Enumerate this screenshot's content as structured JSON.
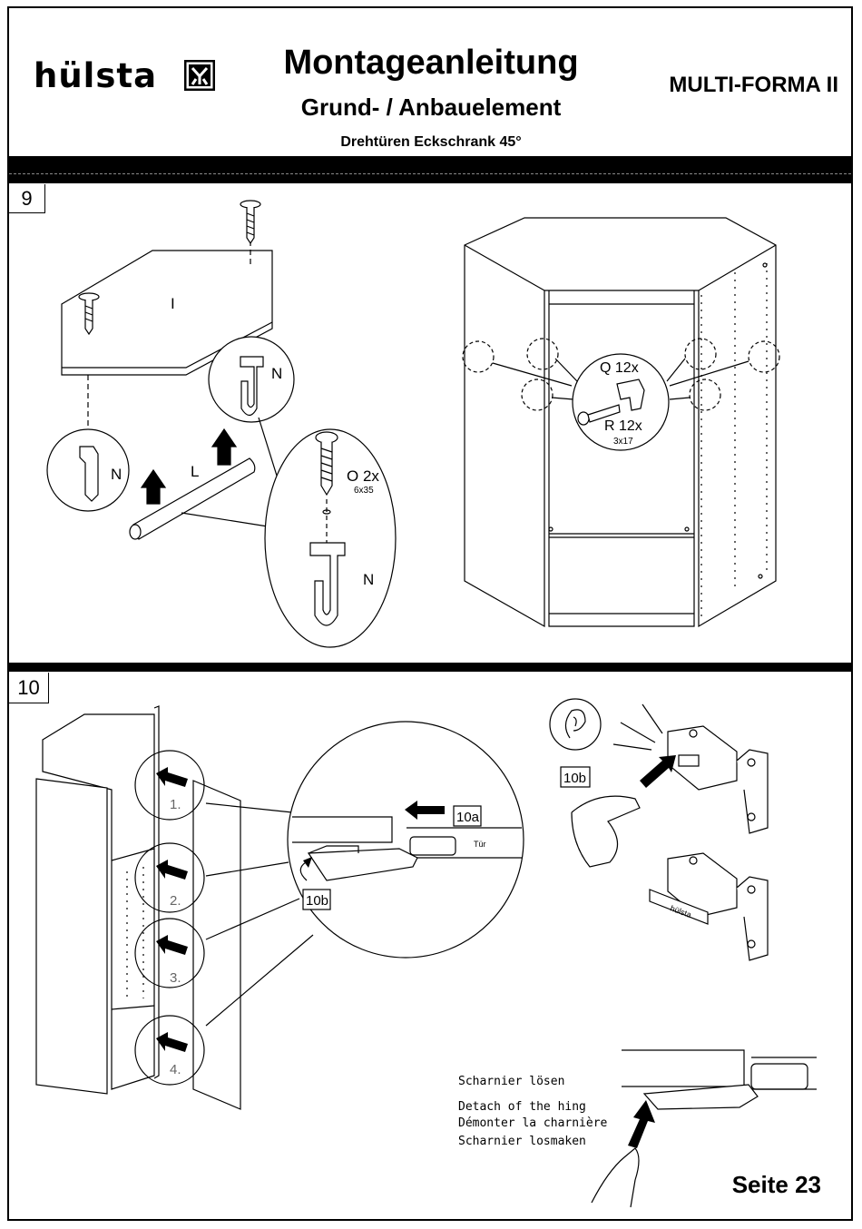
{
  "brand": {
    "name": "hülsta"
  },
  "header": {
    "title": "Montageanleitung",
    "subtitle": "Grund- / Anbauelement",
    "variant": "Drehtüren Eckschrank 45°",
    "product": "MULTI-FORMA II"
  },
  "step9": {
    "number": "9",
    "parts": {
      "I": "I",
      "N": "N",
      "L": "L",
      "O": "O 2x",
      "O_size": "6x35",
      "Q": "Q 12x",
      "R": "R 12x",
      "R_size": "3x17"
    }
  },
  "step10": {
    "number": "10",
    "hinge_positions": [
      "1.",
      "2.",
      "3.",
      "4."
    ],
    "callout_a": "10a",
    "callout_b": "10b",
    "door_label": "Tür",
    "hinge_brand": "hülsta",
    "caption": {
      "de": "Scharnier lösen",
      "en": "Detach of the hing",
      "fr": "Démonter la charnière",
      "nl": "Scharnier losmaken"
    }
  },
  "footer": {
    "page": "Seite 23"
  }
}
